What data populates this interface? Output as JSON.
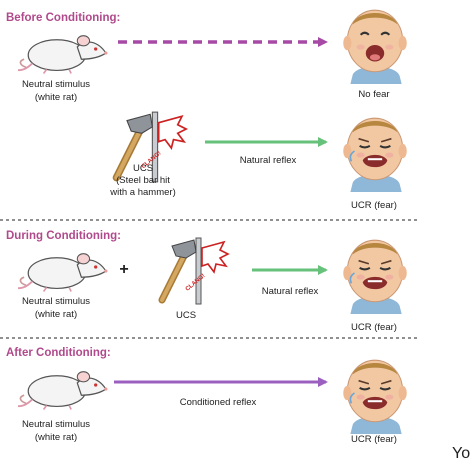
{
  "sections": {
    "before": "Before Conditioning:",
    "during": "During Conditioning:",
    "after": "After Conditioning:"
  },
  "labels": {
    "neutral_line1": "Neutral stimulus",
    "neutral_line2": "(white rat)",
    "no_fear": "No fear",
    "ucs": "UCS",
    "ucs_desc_line1": "(Steel bar hit",
    "ucs_desc_line2": "with a hammer)",
    "ucr_fear": "UCR (fear)",
    "natural_reflex": "Natural reflex",
    "conditioned_reflex": "Conditioned reflex",
    "clang": "CLANG!",
    "plus": "+",
    "corner_text": "Yo"
  },
  "colors": {
    "section_title": "#b04a8c",
    "dashed_arrow": "#a64aa6",
    "green_arrow": "#66c27a",
    "purple_arrow": "#9b5fc0",
    "divider": "#6b6b6b",
    "skin": "#f2c8a3",
    "hair": "#b7863f",
    "rat": "#f4f4f4",
    "hammer_handle": "#c89a4c",
    "hammer_head": "#8f949a"
  },
  "icons": {
    "rat": "white-rat-icon",
    "happy_baby": "smiling-baby-icon",
    "crying_baby": "crying-baby-icon",
    "hammer": "hammer-hitting-bar-icon"
  }
}
